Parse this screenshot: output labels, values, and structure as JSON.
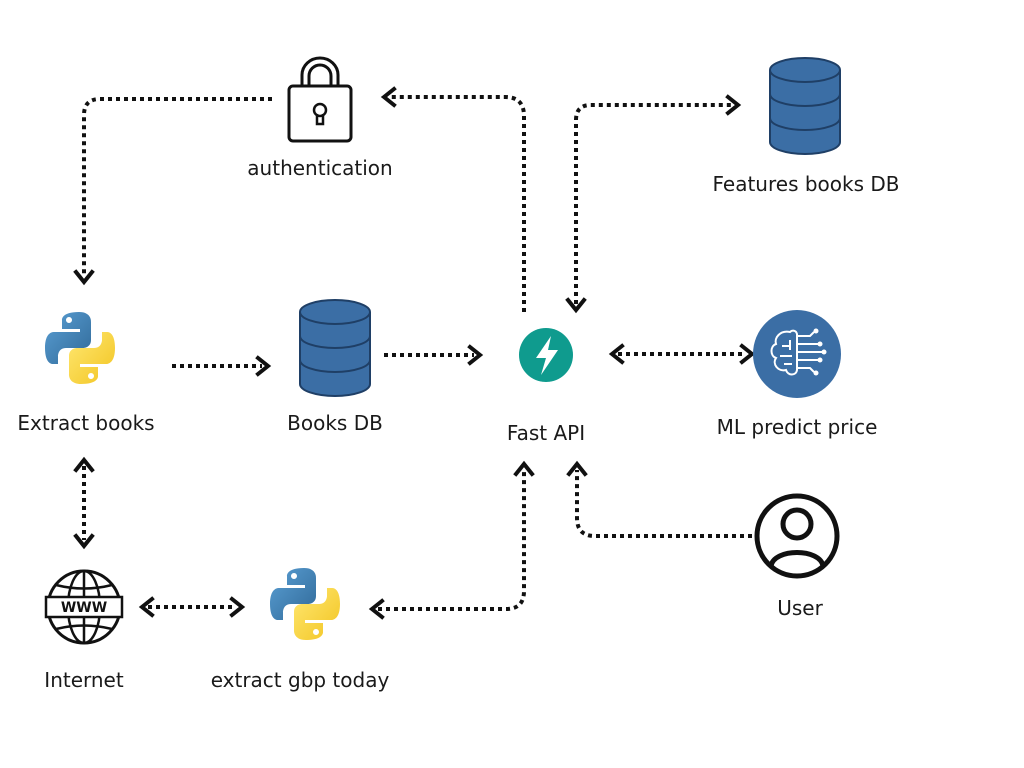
{
  "nodes": {
    "authentication": {
      "label": "authentication",
      "icon": "lock-icon"
    },
    "extract_books": {
      "label": "Extract books",
      "icon": "python-icon"
    },
    "books_db": {
      "label": "Books DB",
      "icon": "database-icon"
    },
    "fast_api": {
      "label": "Fast API",
      "icon": "fastapi-icon"
    },
    "features_books_db": {
      "label": "Features books DB",
      "icon": "database-icon"
    },
    "ml_predict_price": {
      "label": "ML predict price",
      "icon": "brain-circuit-icon"
    },
    "user": {
      "label": "User",
      "icon": "user-icon"
    },
    "internet": {
      "label": "Internet",
      "icon": "globe-www-icon"
    },
    "extract_gbp_today": {
      "label": "extract gbp today",
      "icon": "python-icon"
    }
  },
  "edges": [
    {
      "from": "authentication",
      "to": "extract_books",
      "direction": "forward"
    },
    {
      "from": "fast_api",
      "to": "authentication",
      "direction": "forward"
    },
    {
      "from": "fast_api",
      "to": "features_books_db",
      "direction": "both"
    },
    {
      "from": "extract_books",
      "to": "books_db",
      "direction": "forward"
    },
    {
      "from": "books_db",
      "to": "fast_api",
      "direction": "forward"
    },
    {
      "from": "fast_api",
      "to": "ml_predict_price",
      "direction": "both"
    },
    {
      "from": "extract_books",
      "to": "internet",
      "direction": "both"
    },
    {
      "from": "internet",
      "to": "extract_gbp_today",
      "direction": "both"
    },
    {
      "from": "extract_gbp_today",
      "to": "fast_api",
      "direction": "both"
    },
    {
      "from": "user",
      "to": "fast_api",
      "direction": "forward"
    }
  ],
  "colors": {
    "database": "#3b6ea5",
    "database_stroke": "#1f3f66",
    "fastapi": "#0f9b8e",
    "python_blue": "#3f78b5",
    "python_yellow": "#f7d13c",
    "ml_circle": "#3b6ea5",
    "line": "#111111"
  }
}
